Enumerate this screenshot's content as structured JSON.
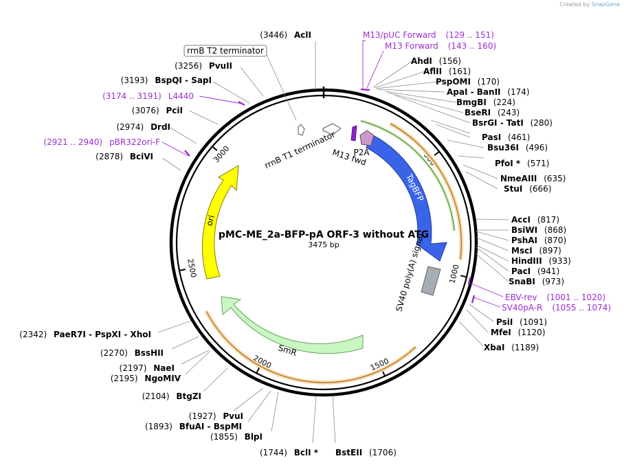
{
  "branding": {
    "created_by": "Created by",
    "app": "SnapGene"
  },
  "plasmid": {
    "name": "pMC-ME_2a-BFP-pA ORF-3 without ATG",
    "size_label": "3475 bp",
    "length": 3475
  },
  "ticks": [
    {
      "pos": 500,
      "label": "500"
    },
    {
      "pos": 1000,
      "label": "1000"
    },
    {
      "pos": 1500,
      "label": "1500"
    },
    {
      "pos": 2000,
      "label": "2000"
    },
    {
      "pos": 2500,
      "label": "2500"
    },
    {
      "pos": 3000,
      "label": "3000"
    }
  ],
  "enzymes_right": [
    {
      "name": "AhdI",
      "pos": "(156)",
      "site": 156
    },
    {
      "name": "AflII",
      "pos": "(161)",
      "site": 161
    },
    {
      "name": "PspOMI",
      "pos": "(170)",
      "site": 170
    },
    {
      "name": "ApaI  -  BanII",
      "pos": "(174)",
      "site": 174
    },
    {
      "name": "BmgBI",
      "pos": "(224)",
      "site": 224
    },
    {
      "name": "BseRI",
      "pos": "(243)",
      "site": 243
    },
    {
      "name": "BsrGI  -  TatI",
      "pos": "(280)",
      "site": 280
    },
    {
      "name": "PasI",
      "pos": "(461)",
      "site": 461
    },
    {
      "name": "Bsu36I",
      "pos": "(496)",
      "site": 496
    },
    {
      "name": "PfoI *",
      "pos": "(571)",
      "site": 571
    },
    {
      "name": "NmeAIII",
      "pos": "(635)",
      "site": 635
    },
    {
      "name": "StuI",
      "pos": "(666)",
      "site": 666
    },
    {
      "name": "AccI",
      "pos": "(817)",
      "site": 817
    },
    {
      "name": "BsiWI",
      "pos": "(868)",
      "site": 868
    },
    {
      "name": "PshAI",
      "pos": "(870)",
      "site": 870
    },
    {
      "name": "MscI",
      "pos": "(897)",
      "site": 897
    },
    {
      "name": "HindIII",
      "pos": "(933)",
      "site": 933
    },
    {
      "name": "PacI",
      "pos": "(941)",
      "site": 941
    },
    {
      "name": "SnaBI",
      "pos": "(973)",
      "site": 973
    },
    {
      "name": "PsiI",
      "pos": "(1091)",
      "site": 1091
    },
    {
      "name": "MfeI",
      "pos": "(1120)",
      "site": 1120
    },
    {
      "name": "XbaI",
      "pos": "(1189)",
      "site": 1189
    }
  ],
  "enzymes_bottom": [
    {
      "name": "BclI *",
      "pos": "(1744)",
      "site": 1744
    },
    {
      "name": "BstEII",
      "pos": "(1706)",
      "site": 1706
    },
    {
      "name": "BlpI",
      "pos": "(1855)",
      "site": 1855
    },
    {
      "name": "BfuAI  -  BspMI",
      "pos": "(1893)",
      "site": 1893
    },
    {
      "name": "PvuI",
      "pos": "(1927)",
      "site": 1927
    },
    {
      "name": "BtgZI",
      "pos": "(2104)",
      "site": 2104
    },
    {
      "name": "NgoMIV",
      "pos": "(2195)",
      "site": 2195
    },
    {
      "name": "NaeI",
      "pos": "(2197)",
      "site": 2197
    },
    {
      "name": "BssHII",
      "pos": "(2270)",
      "site": 2270
    },
    {
      "name": "PaeR7I  -  PspXI  -  XhoI",
      "pos": "(2342)",
      "site": 2342
    }
  ],
  "enzymes_left": [
    {
      "name": "BciVI",
      "pos": "(2878)",
      "site": 2878
    },
    {
      "name": "DrdI",
      "pos": "(2974)",
      "site": 2974
    },
    {
      "name": "PciI",
      "pos": "(3076)",
      "site": 3076
    },
    {
      "name": "BspQI  -  SapI",
      "pos": "(3193)",
      "site": 3193
    },
    {
      "name": "PvuII",
      "pos": "(3256)",
      "site": 3256
    },
    {
      "name": "AclI",
      "pos": "(3446)",
      "site": 3446
    }
  ],
  "primers": [
    {
      "name": "M13/pUC Forward",
      "range": "(129 .. 151)"
    },
    {
      "name": "M13 Forward",
      "range": "(143 .. 160)"
    },
    {
      "name": "EBV-rev",
      "range": "(1001 .. 1020)"
    },
    {
      "name": "SV40pA-R",
      "range": "(1055 .. 1074)"
    },
    {
      "name": "pBR322ori-F",
      "range": "(2921 .. 2940)"
    },
    {
      "name": "L4440",
      "range": "(3174 .. 3191)"
    }
  ],
  "features": {
    "tagbfp": "TagBFP",
    "sv40": "SV40 poly(A) signal",
    "smr": "SmR",
    "ori": "ori",
    "rrnb_t1": "rrnB T1 terminator",
    "rrnb_t2": "rrnB T2 terminator",
    "p2a": "P2A",
    "m13fwd": "M13 fwd"
  },
  "colors": {
    "tagbfp": "#3a64e8",
    "sv40": "#a8acb3",
    "smr": "#c9f7c2",
    "ori": "#ffff00",
    "p2a": "#c999c9",
    "m13fwd": "#8b22c8",
    "primer": "#9c2cd0",
    "orange_orf": "#e0a050",
    "green_orf": "#8ec25a"
  }
}
